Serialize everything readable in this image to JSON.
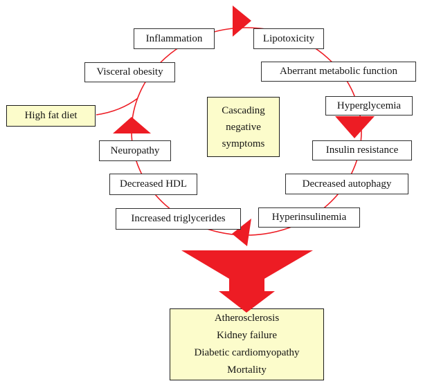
{
  "figure": {
    "type": "cycle-diagram",
    "center_label": "Cascading negative symptoms",
    "trigger": "High fat diet",
    "flow_direction": "clockwise",
    "cycle": [
      "Inflammation",
      "Lipotoxicity",
      "Aberrant metabolic function",
      "Hyperglycemia",
      "Insulin resistance",
      "Decreased autophagy",
      "Hyperinsulinemia",
      "Increased triglycerides",
      "Decreased HDL",
      "Neuropathy",
      "Visceral obesity"
    ],
    "outcomes": {
      "items": [
        "Atherosclerosis",
        "Kidney failure",
        "Diabetic cardiomyopathy",
        "Mortality"
      ]
    },
    "colors": {
      "arrow_red": "#ed1c24",
      "box_yellow": "#fcfccb",
      "box_border": "#2e2e2e",
      "background": "#ffffff"
    }
  }
}
